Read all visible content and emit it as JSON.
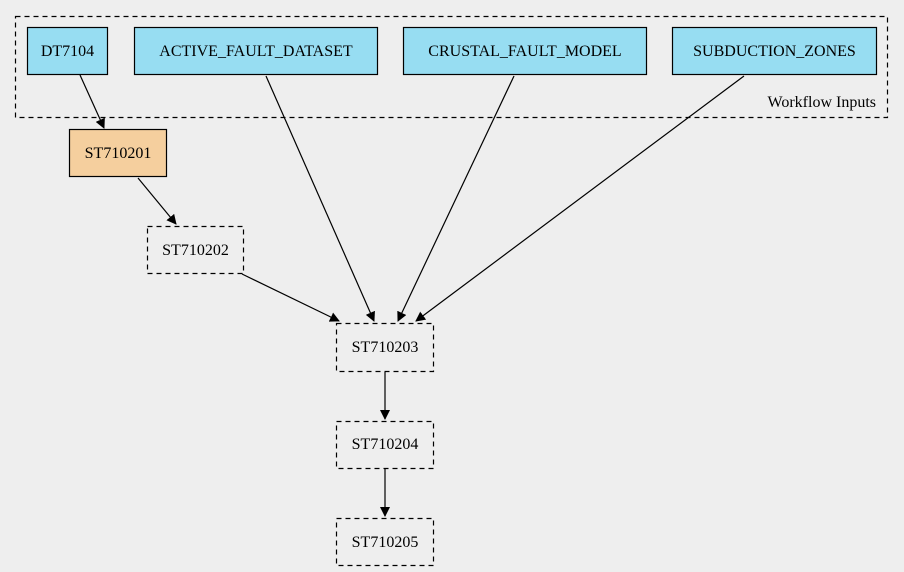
{
  "colors": {
    "background": "#eeeeee",
    "input_fill": "#97ddf2",
    "highlight_fill": "#f5cf9e",
    "stroke": "#000000"
  },
  "cluster": {
    "label": "Workflow Inputs"
  },
  "nodes": {
    "dt7104": {
      "label": "DT7104",
      "style": "filled",
      "fill": "input"
    },
    "active_fault_dataset": {
      "label": "ACTIVE_FAULT_DATASET",
      "style": "filled",
      "fill": "input"
    },
    "crustal_fault_model": {
      "label": "CRUSTAL_FAULT_MODEL",
      "style": "filled",
      "fill": "input"
    },
    "subduction_zones": {
      "label": "SUBDUCTION_ZONES",
      "style": "filled",
      "fill": "input"
    },
    "st710201": {
      "label": "ST710201",
      "style": "filled",
      "fill": "highlight"
    },
    "st710202": {
      "label": "ST710202",
      "style": "dashed"
    },
    "st710203": {
      "label": "ST710203",
      "style": "dashed"
    },
    "st710204": {
      "label": "ST710204",
      "style": "dashed"
    },
    "st710205": {
      "label": "ST710205",
      "style": "dashed"
    }
  },
  "edges": [
    {
      "from": "DT7104",
      "to": "ST710201"
    },
    {
      "from": "ST710201",
      "to": "ST710202"
    },
    {
      "from": "ST710202",
      "to": "ST710203"
    },
    {
      "from": "ACTIVE_FAULT_DATASET",
      "to": "ST710203"
    },
    {
      "from": "CRUSTAL_FAULT_MODEL",
      "to": "ST710203"
    },
    {
      "from": "SUBDUCTION_ZONES",
      "to": "ST710203"
    },
    {
      "from": "ST710203",
      "to": "ST710204"
    },
    {
      "from": "ST710204",
      "to": "ST710205"
    }
  ]
}
